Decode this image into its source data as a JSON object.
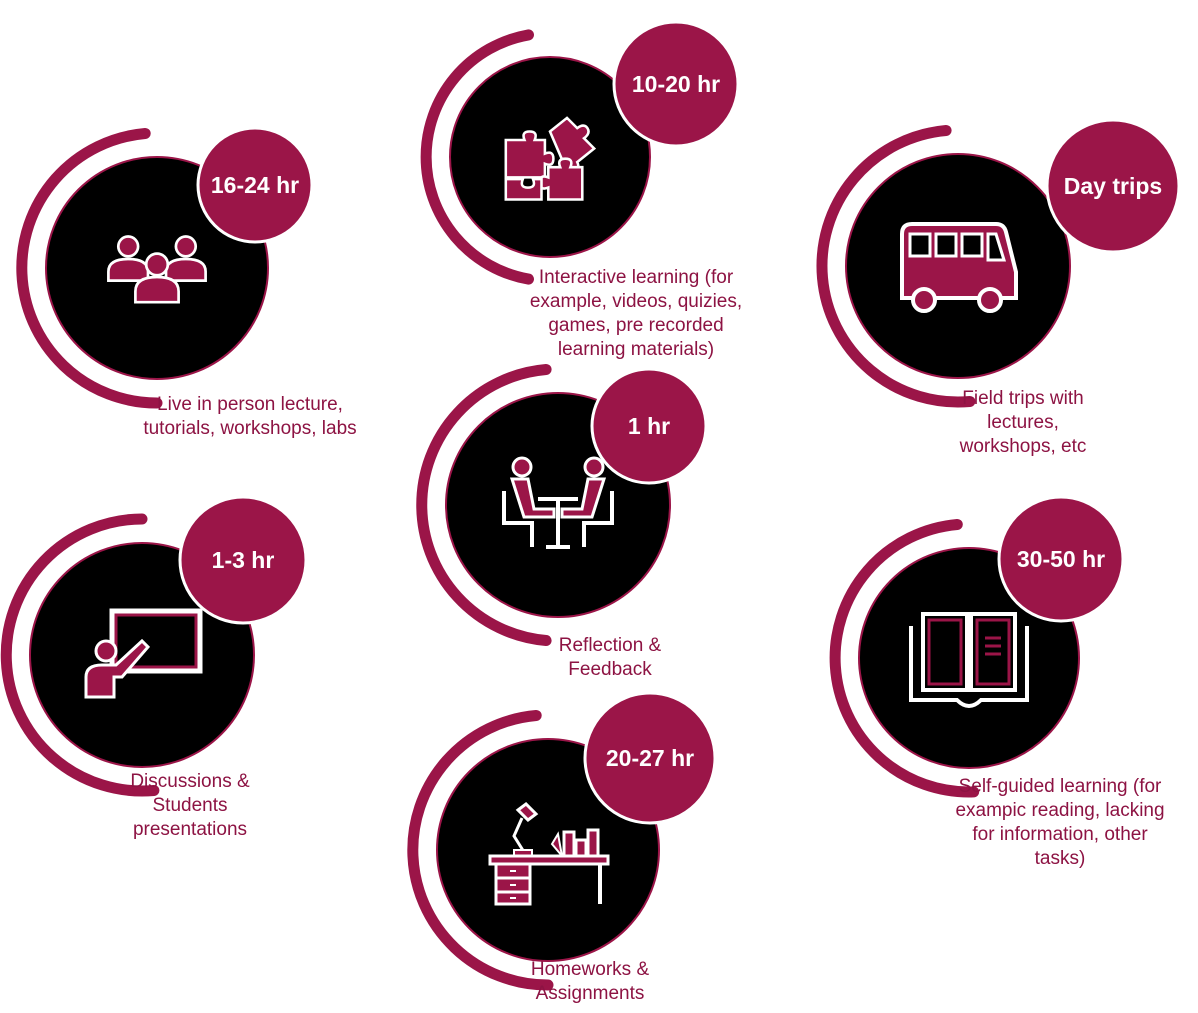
{
  "colors": {
    "accent": "#9b1548",
    "circle": "#000000",
    "text": "#8d1343",
    "badge_text": "#ffffff"
  },
  "activities": [
    {
      "id": "live",
      "hours": "16-24 hr",
      "caption": "Live in person lecture,\ntutorials, workshops, labs",
      "icon": "group-people-icon"
    },
    {
      "id": "interactive",
      "hours": "10-20 hr",
      "caption": "Interactive learning (for\nexample, videos, quizies,\ngames, pre recorded\nlearning materials)",
      "icon": "puzzle-pieces-icon"
    },
    {
      "id": "field",
      "hours": "Day trips",
      "caption": "Field trips with\nlectures,\nworkshops, etc",
      "icon": "bus-icon"
    },
    {
      "id": "reflection",
      "hours": "1 hr",
      "caption": "Reflection &\nFeedback",
      "icon": "meeting-table-icon"
    },
    {
      "id": "discussion",
      "hours": "1-3 hr",
      "caption": "Discussions &\nStudents\npresentations",
      "icon": "presenter-board-icon"
    },
    {
      "id": "self",
      "hours": "30-50 hr",
      "caption": "Self-guided learning (for\nexampic reading, lacking\nfor information, other\ntasks)",
      "icon": "open-book-icon"
    },
    {
      "id": "homework",
      "hours": "20-27 hr",
      "caption": "Homeworks &\nAssignments",
      "icon": "study-desk-icon"
    }
  ]
}
